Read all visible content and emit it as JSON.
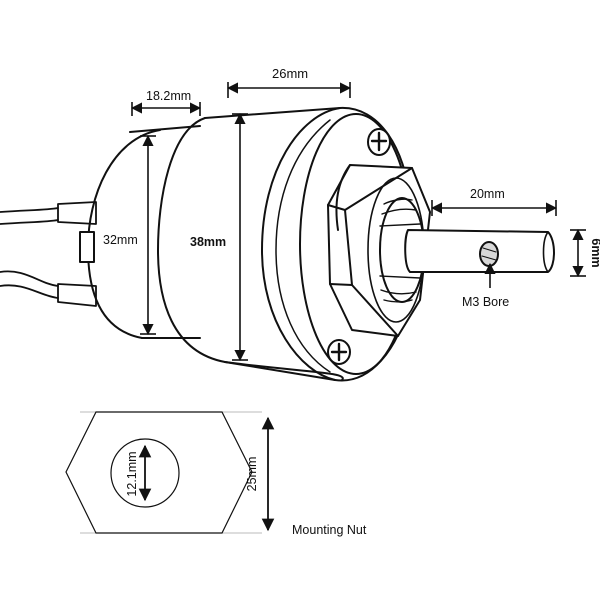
{
  "labels": {
    "dim_body_length": "26mm",
    "dim_cap_length": "18.2mm",
    "dim_shaft_length": "20mm",
    "dim_shaft_diameter": "6mm",
    "dim_cap_diameter": "32mm",
    "dim_body_diameter": "38mm",
    "bore_label": "M3 Bore",
    "nut_hole": "12.1mm",
    "nut_width": "25mm",
    "nut_title": "Mounting Nut"
  },
  "colors": {
    "line": "#111111",
    "shade": "#d8d8d8",
    "background": "#ffffff"
  }
}
